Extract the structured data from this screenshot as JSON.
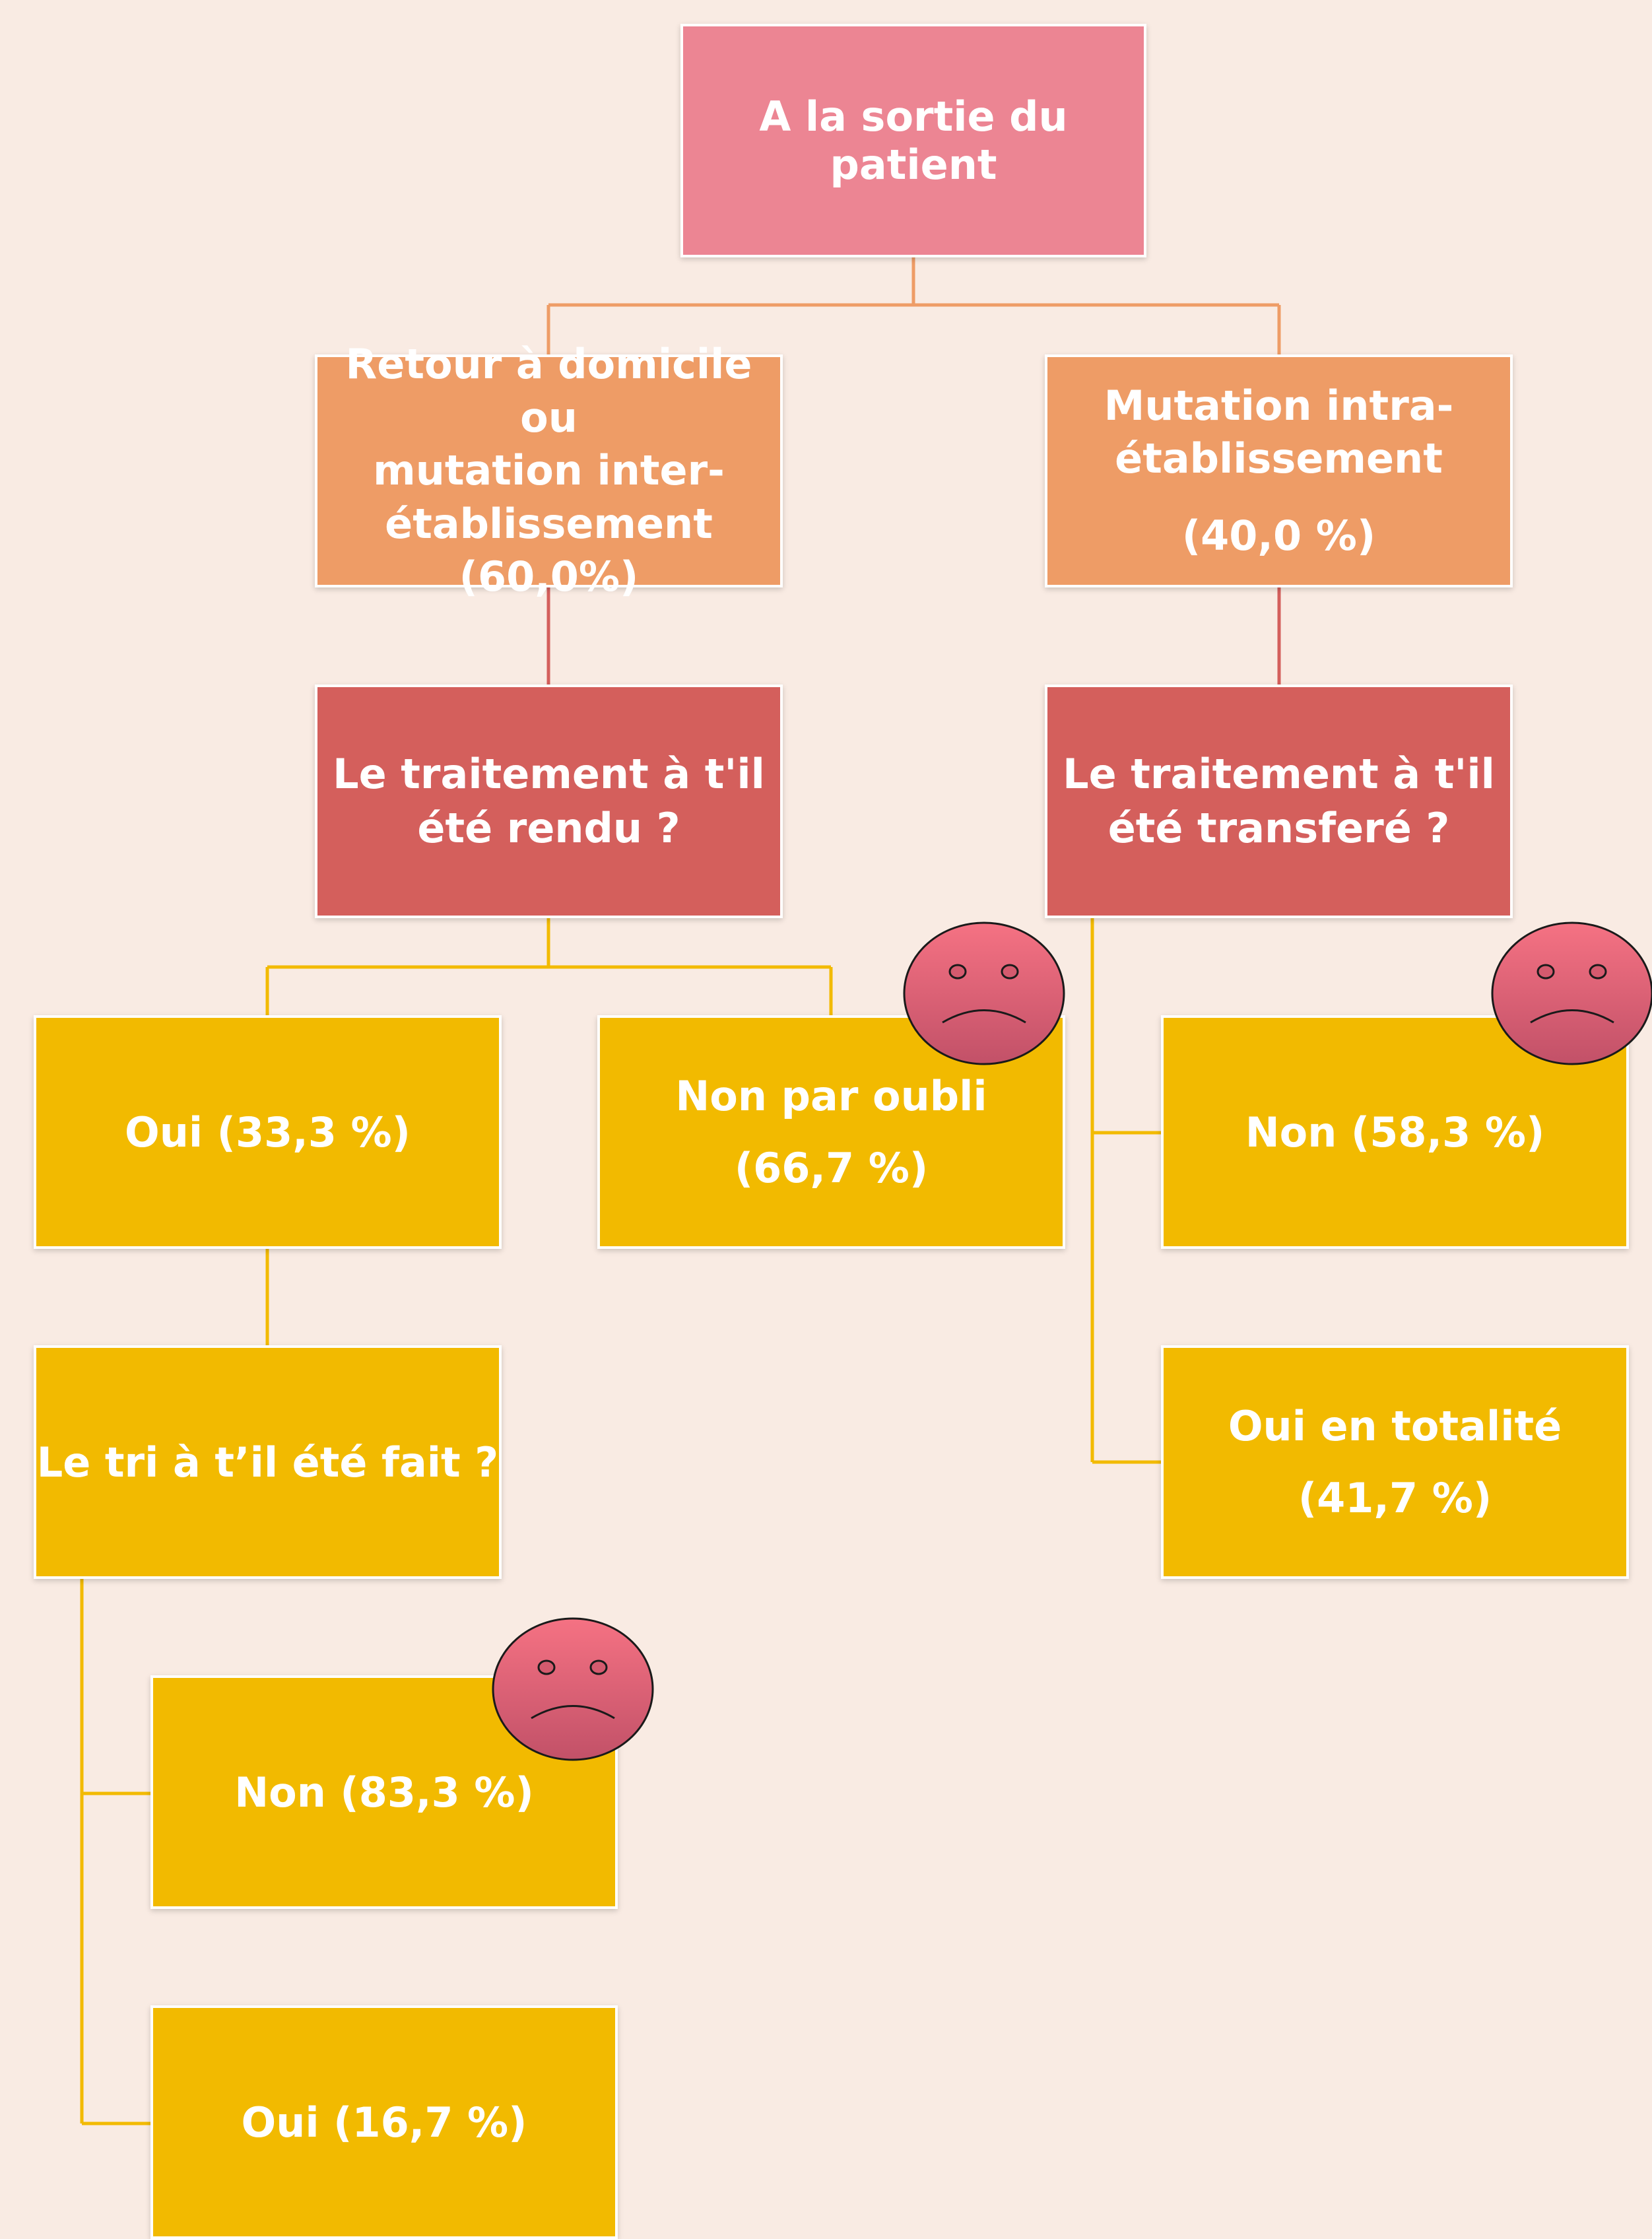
{
  "root": {
    "label": "A la sortie du patient"
  },
  "left_branch": {
    "lines": [
      "Retour à domicile ou",
      "mutation inter-",
      "établissement",
      "(60,0%)"
    ],
    "question": [
      "Le traitement à t'il",
      "été rendu ?"
    ],
    "yes": "Oui (33,3 %)",
    "no": [
      "Non par oubli",
      "(66,7 %)"
    ],
    "sort_question": "Le tri à t’il été fait ?",
    "sort_no": "Non (83,3 %)",
    "sort_yes": "Oui (16,7 %)"
  },
  "right_branch": {
    "lines": [
      "Mutation intra-",
      "établissement",
      "(40,0 %)"
    ],
    "question": [
      "Le traitement à t'il",
      "été transferé ?"
    ],
    "no": "Non (58,3 %)",
    "yes": [
      "Oui en totalité",
      "(41,7 %)"
    ]
  },
  "colors": {
    "background": "#f9ebe3",
    "root": "#ec8593",
    "branch": "#ee9c66",
    "question": "#d45f5c",
    "answer": "#f2ba00",
    "connector_orange": "#ee9c66",
    "connector_red": "#d45f5c",
    "connector_yellow": "#f2ba00",
    "sad_face": "#e8687a"
  },
  "icons": [
    "sad-face-icon"
  ]
}
